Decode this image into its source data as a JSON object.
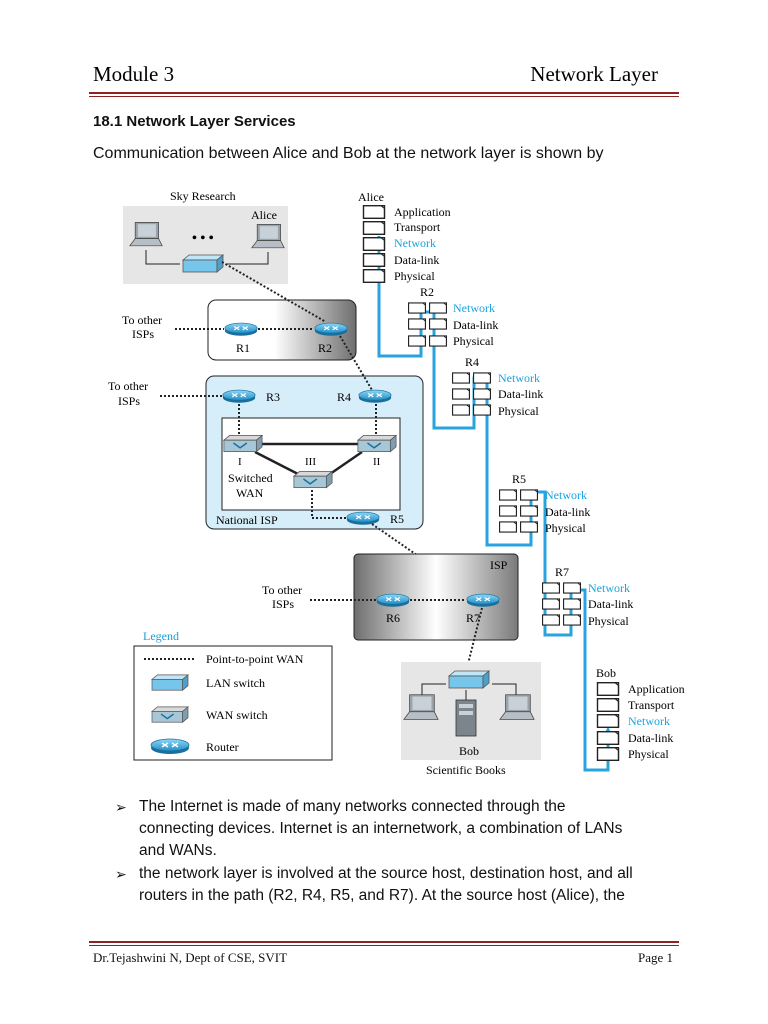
{
  "header": {
    "left": "Module 3",
    "right": "Network Layer"
  },
  "section_title": "18.1 Network Layer Services",
  "intro": "Communication between Alice and Bob at the network layer is shown by",
  "figure": {
    "sky_research": "Sky Research",
    "alice_label": "Alice",
    "ellipsis": "• • •",
    "to_other_isps": "To other",
    "isps": "ISPs",
    "r1": "R1",
    "r2": "R2",
    "r3": "R3",
    "r4": "R4",
    "r5": "R5",
    "r6": "R6",
    "r7": "R7",
    "switch_i": "I",
    "switch_ii": "II",
    "switch_iii": "III",
    "switched": "Switched",
    "wan": "WAN",
    "national_isp": "National ISP",
    "isp": "ISP",
    "bob_label": "Bob",
    "scientific_books": "Scientific Books",
    "legend_title": "Legend",
    "legend_p2p": "Point-to-point WAN",
    "legend_lan": "LAN switch",
    "legend_wan": "WAN switch",
    "legend_router": "Router",
    "stack_alice": "Alice",
    "stack_bob": "Bob",
    "layer_application": "Application",
    "layer_transport": "Transport",
    "layer_network": "Network",
    "layer_datalink": "Data-link",
    "layer_physical": "Physical"
  },
  "bullets": [
    [
      "The Internet is made of many networks connected through the",
      "connecting devices. Internet is an internetwork, a combination of LANs",
      "and WANs."
    ],
    [
      "the network layer is involved at the source host, destination host, and all",
      "routers in the path (R2, R4, R5, and R7). At the source host (Alice), the"
    ]
  ],
  "bullet_glyph": "➢",
  "footer": {
    "left": "Dr.Tejashwini N, Dept of CSE, SVIT",
    "right": "Page 1"
  },
  "colors": {
    "rule": "#8b2323",
    "path": "#29a3dc",
    "router": "#3ab0e4",
    "network_text": "#1aa3e0"
  }
}
